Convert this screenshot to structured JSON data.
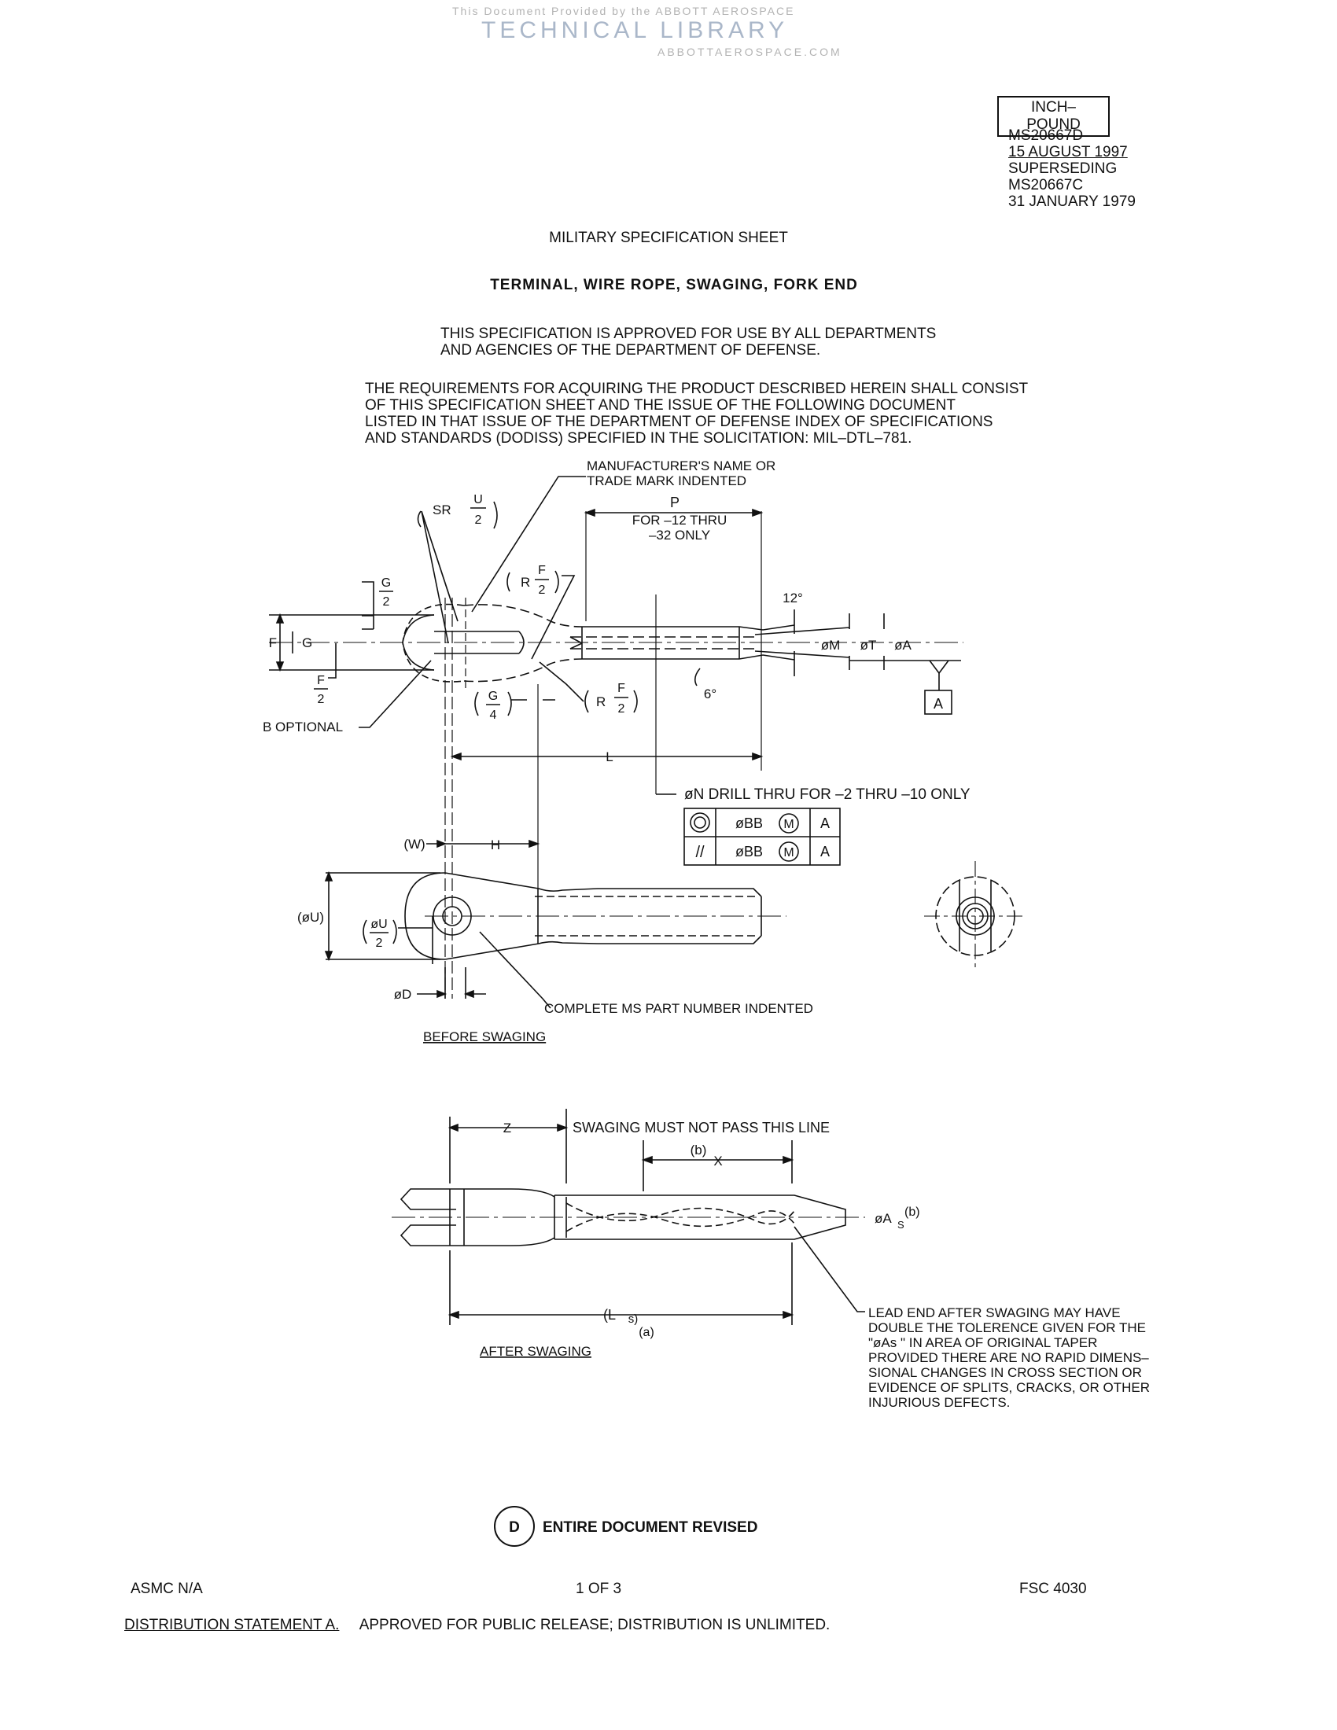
{
  "watermark": {
    "line1": "This Document Provided by the ABBOTT AEROSPACE",
    "line2": "TECHNICAL LIBRARY",
    "line3": "ABBOTTAEROSPACE.COM"
  },
  "header": {
    "units_box": "INCH–POUND",
    "doc_number": "MS20667D",
    "doc_date": "15 AUGUST 1997",
    "superseding_label": "SUPERSEDING",
    "superseded_number": "MS20667C",
    "superseded_date": "31 JANUARY 1979"
  },
  "titles": {
    "sheet_type": "MILITARY SPECIFICATION SHEET",
    "item_title": "TERMINAL, WIRE ROPE, SWAGING, FORK END"
  },
  "approval": {
    "line1": "THIS SPECIFICATION IS APPROVED FOR USE BY ALL DEPARTMENTS",
    "line2": "AND AGENCIES OF THE DEPARTMENT OF DEFENSE."
  },
  "requirements": {
    "line1": "THE REQUIREMENTS FOR ACQUIRING THE PRODUCT DESCRIBED HEREIN SHALL CONSIST",
    "line2": "OF THIS SPECIFICATION SHEET AND THE ISSUE OF THE FOLLOWING DOCUMENT",
    "line3": "LISTED IN THAT ISSUE OF THE DEPARTMENT OF DEFENSE INDEX OF SPECIFICATIONS",
    "line4": "AND STANDARDS (DODISS) SPECIFIED IN THE SOLICITATION: MIL–DTL–781."
  },
  "drawing": {
    "mfr_note_1": "MANUFACTURER'S NAME OR",
    "mfr_note_2": "TRADE MARK INDENTED",
    "dim_p": "P",
    "p_note_1": "FOR –12 THRU",
    "p_note_2": "–32 ONLY",
    "sr": "SR",
    "u": "U",
    "two": "2",
    "r": "R",
    "f": "F",
    "g": "G",
    "four": "4",
    "angle_12": "12°",
    "angle_6": "6°",
    "dia_m": "øM",
    "dia_t": "øT",
    "dia_a": "øA",
    "datum_a": "A",
    "b_optional": "B OPTIONAL",
    "dim_l": "L",
    "drill_note": "øN DRILL THRU FOR –2 THRU –10 ONLY",
    "fcf_concentricity_value": "øBB",
    "fcf_parallelism_symbol": "//",
    "fcf_modifier": "M",
    "fcf_datum": "A",
    "dim_w": "(W)",
    "dim_h": "H",
    "dia_u": "(øU)",
    "dia_u_half_num": "øU",
    "dia_d": "øD",
    "part_number_note": "COMPLETE MS PART NUMBER INDENTED",
    "before_swaging": "BEFORE SWAGING",
    "dim_z": "Z",
    "swage_line_note": "SWAGING MUST NOT PASS THIS LINE",
    "note_b": "(b)",
    "dim_x": "X",
    "dia_as": "øA",
    "sub_s": "S",
    "dim_ls": "(L",
    "ls_close": "s)",
    "note_a": "(a)",
    "after_swaging": "AFTER SWAGING",
    "lead_note": [
      "LEAD END AFTER SWAGING MAY HAVE",
      "DOUBLE THE TOLERENCE GIVEN FOR THE",
      "\"øAs \" IN AREA OF ORIGINAL TAPER",
      "PROVIDED THERE ARE NO RAPID DIMENS–",
      "SIONAL CHANGES IN CROSS SECTION OR",
      "EVIDENCE OF SPLITS, CRACKS, OR OTHER",
      "INJURIOUS DEFECTS."
    ]
  },
  "revision": {
    "letter": "D",
    "text": "ENTIRE DOCUMENT REVISED"
  },
  "footer": {
    "asmc": "ASMC   N/A",
    "page": "1   OF   3",
    "fsc": "FSC    4030",
    "distribution_label": "DISTRIBUTION STATEMENT A.",
    "distribution_text": "APPROVED FOR PUBLIC RELEASE; DISTRIBUTION IS UNLIMITED."
  }
}
